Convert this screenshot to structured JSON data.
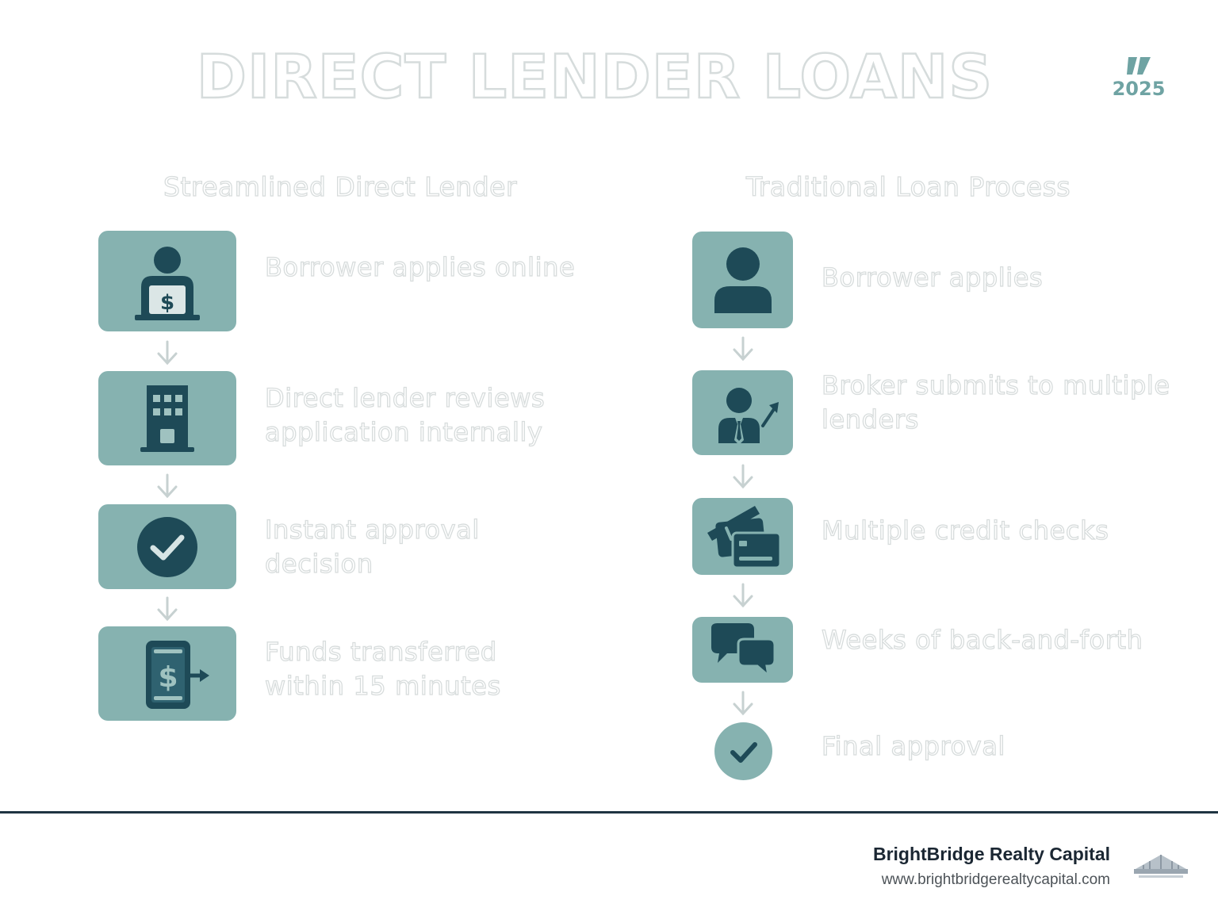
{
  "title": "DIRECT LENDER LOANS",
  "badge": {
    "year": "2025",
    "icon": "quote-mark-icon"
  },
  "colors": {
    "tile": "#86b2b0",
    "icon": "#1e4a57",
    "outline_text": "#d7dcdc",
    "footer_line": "#1f3442"
  },
  "left_column": {
    "heading": "Streamlined Direct Lender",
    "steps": [
      {
        "text": "Borrower applies online",
        "icon": "person-laptop-dollar-icon"
      },
      {
        "text": "Direct lender reviews application internally",
        "icon": "building-icon"
      },
      {
        "text": "Instant approval decision",
        "icon": "checkmark-circle-icon"
      },
      {
        "text": "Funds transferred within 15 minutes",
        "icon": "phone-dollar-transfer-icon"
      }
    ]
  },
  "right_column": {
    "heading": "Traditional Loan Process",
    "steps": [
      {
        "text": "Borrower applies",
        "icon": "person-icon"
      },
      {
        "text": "Broker submits to multiple lenders",
        "icon": "broker-arrow-icon"
      },
      {
        "text": "Multiple credit checks",
        "icon": "credit-cards-icon"
      },
      {
        "text": "Weeks of back-and-forth",
        "icon": "chat-bubbles-icon"
      },
      {
        "text": "Final approval",
        "icon": "checkmark-circle-icon"
      }
    ]
  },
  "footer": {
    "brand": "BrightBridge Realty Capital",
    "url": "www.brightbridgerealtycapital.com",
    "logo_icon": "bridge-logo-icon"
  }
}
